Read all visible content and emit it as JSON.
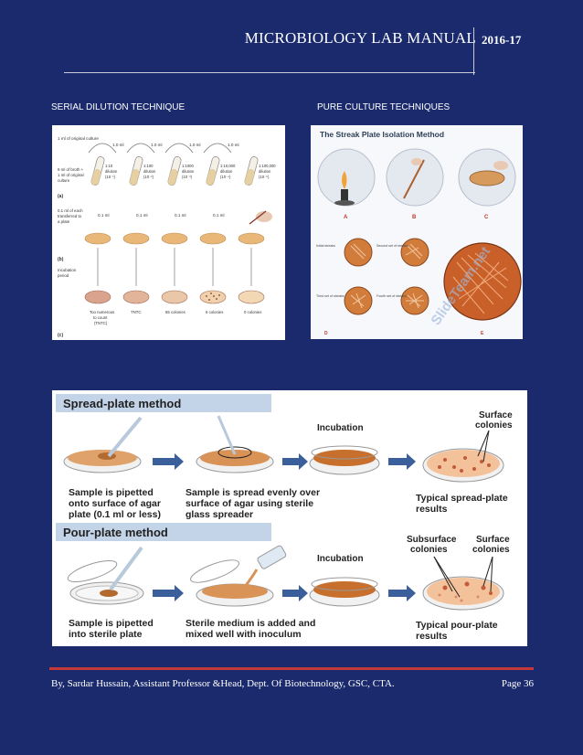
{
  "header": {
    "title": "MICROBIOLOGY LAB MANUAL",
    "year": "2016-17"
  },
  "captions": {
    "left": "SERIAL DILUTION TECHNIQUE",
    "right": "PURE CULTURE TECHNIQUES"
  },
  "serial_dilution": {
    "original": "1 ml of original culture",
    "broth": [
      "9 ml of broth +",
      "1 ml of original",
      "culture"
    ],
    "transfer_volume": "1.0 ml",
    "dilutions": [
      {
        "line1": "1:10",
        "line2": "dilution",
        "line3": "(10⁻¹)"
      },
      {
        "line1": "1:100",
        "line2": "dilution",
        "line3": "(10⁻²)"
      },
      {
        "line1": "1:1000",
        "line2": "dilution",
        "line3": "(10⁻³)"
      },
      {
        "line1": "1:10,000",
        "line2": "dilution",
        "line3": "(10⁻⁴)"
      },
      {
        "line1": "1:100,000",
        "line2": "dilution",
        "line3": "(10⁻⁵)"
      }
    ],
    "panel_a": "(a)",
    "panel_b": "(b)",
    "panel_c": "(c)",
    "plated": [
      "0.1 ml of each",
      "transferred to",
      "a plate"
    ],
    "plate_volume": "0.1 ml",
    "incubation": [
      "Incubation",
      "period"
    ],
    "results": [
      "Too numerous",
      "TNTC",
      "65 colonies",
      "6 colonies",
      "0 colonies"
    ],
    "results_extra": [
      "to count",
      "(TNTC)"
    ]
  },
  "streak": {
    "title": "The Streak Plate Isolation Method",
    "watermark": "SlideTeam.net",
    "step_letters": [
      "A",
      "B",
      "C",
      "D",
      "E"
    ],
    "labels": [
      "Initial streaks",
      "Second set of streaks",
      "Third set of streaks",
      "Fourth set of streaks"
    ]
  },
  "spread_pour": {
    "spread_title": "Spread-plate method",
    "pour_title": "Pour-plate method",
    "incubation": "Incubation",
    "spread_caps": [
      [
        "Sample is pipetted",
        "onto surface of agar",
        "plate (0.1 ml or less)"
      ],
      [
        "Sample is spread evenly over",
        "surface of agar using sterile",
        "glass spreader"
      ],
      [
        "Typical spread-plate",
        "results"
      ]
    ],
    "pour_caps": [
      [
        "Sample is pipetted",
        "into sterile plate"
      ],
      [
        "Sterile medium is added and",
        "mixed well with inoculum"
      ],
      [
        "Typical pour-plate",
        "results"
      ]
    ],
    "surface": [
      "Surface",
      "colonies"
    ],
    "subsurface": [
      "Subsurface",
      "colonies"
    ]
  },
  "footer": {
    "text": "By, Sardar Hussain, Assistant Professor &Head, Dept. Of Biotechnology, GSC, CTA.",
    "page": "Page 36"
  },
  "colors": {
    "page_bg": "#1a2a6c",
    "footer_rule": "#c23a3a",
    "agar": "#e8a565",
    "medium": "#c8742e"
  }
}
